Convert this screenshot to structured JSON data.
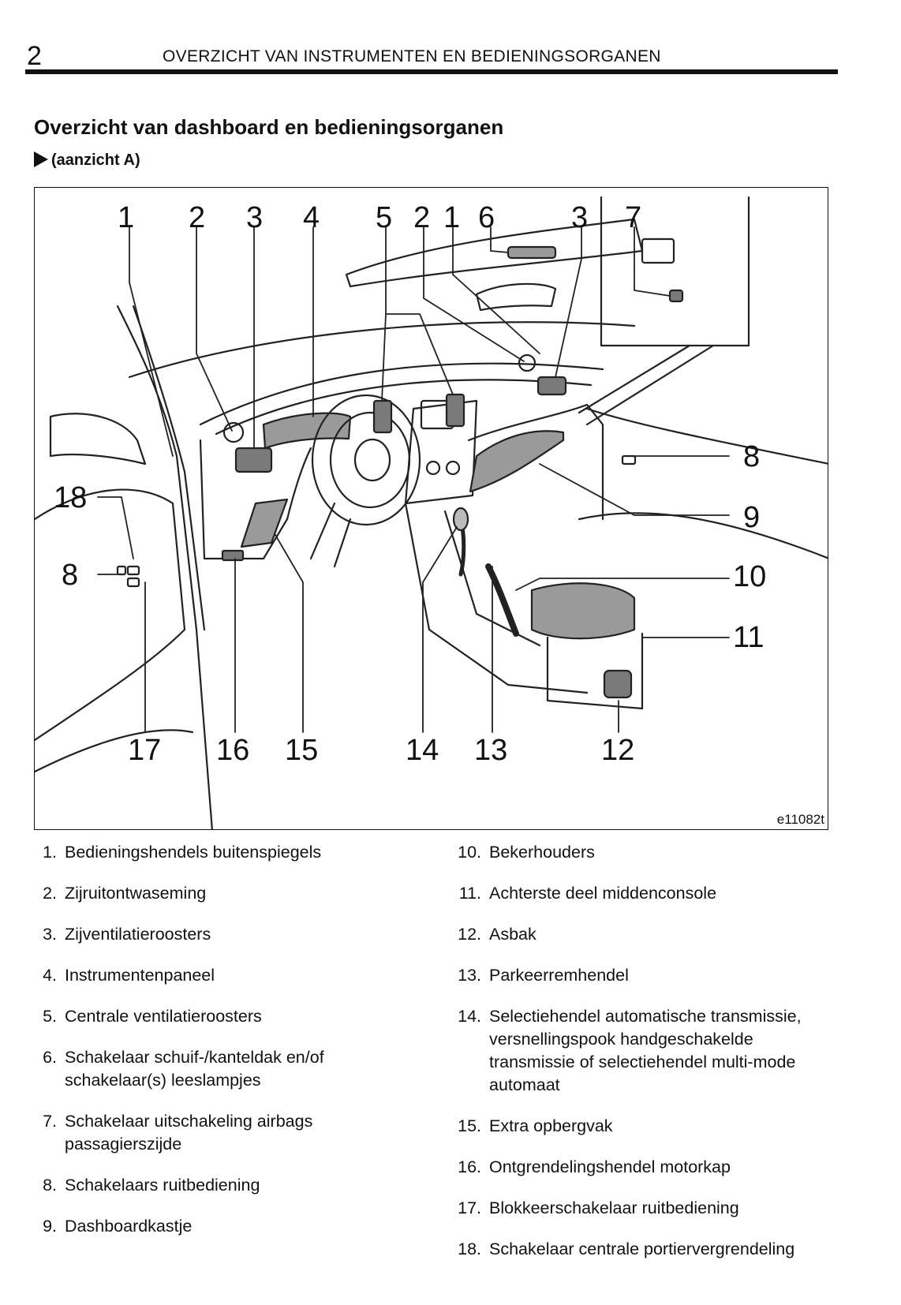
{
  "header": {
    "page_number": "2",
    "running_title": "OVERZICHT VAN INSTRUMENTEN EN BEDIENINGSORGANEN"
  },
  "section": {
    "title": "Overzicht van dashboard en bedieningsorganen",
    "view_label": "(aanzicht  A)"
  },
  "figure": {
    "code": "e11082t",
    "callouts": [
      "1",
      "2",
      "3",
      "4",
      "5",
      "2",
      "1",
      "6",
      "3",
      "7",
      "8",
      "9",
      "10",
      "11",
      "12",
      "13",
      "14",
      "15",
      "16",
      "17",
      "18",
      "8"
    ]
  },
  "legend": {
    "left": [
      {
        "num": "1.",
        "text": "Bedieningshendels buitenspiegels"
      },
      {
        "num": "2.",
        "text": "Zijruitontwaseming"
      },
      {
        "num": "3.",
        "text": "Zijventilatieroosters"
      },
      {
        "num": "4.",
        "text": "Instrumentenpaneel"
      },
      {
        "num": "5.",
        "text": "Centrale ventilatieroosters"
      },
      {
        "num": "6.",
        "text": "Schakelaar schuif‑/kanteldak en/of schakelaar(s) leeslampjes"
      },
      {
        "num": "7.",
        "text": "Schakelaar uitschakeling airbags passagierszijde"
      },
      {
        "num": "8.",
        "text": "Schakelaars ruitbediening"
      },
      {
        "num": "9.",
        "text": "Dashboardkastje"
      }
    ],
    "right": [
      {
        "num": "10.",
        "text": "Bekerhouders"
      },
      {
        "num": "11.",
        "text": "Achterste deel middenconsole"
      },
      {
        "num": "12.",
        "text": "Asbak"
      },
      {
        "num": "13.",
        "text": "Parkeerremhendel"
      },
      {
        "num": "14.",
        "text": "Selectiehendel automatische transmissie, versnellingspook handgeschakelde transmissie of selectiehendel multi‑mode automaat"
      },
      {
        "num": "15.",
        "text": "Extra opbergvak"
      },
      {
        "num": "16.",
        "text": "Ontgrendelingshendel motorkap"
      },
      {
        "num": "17.",
        "text": "Blokkeerschakelaar ruitbediening"
      },
      {
        "num": "18.",
        "text": "Schakelaar centrale portiervergrendeling"
      }
    ]
  }
}
